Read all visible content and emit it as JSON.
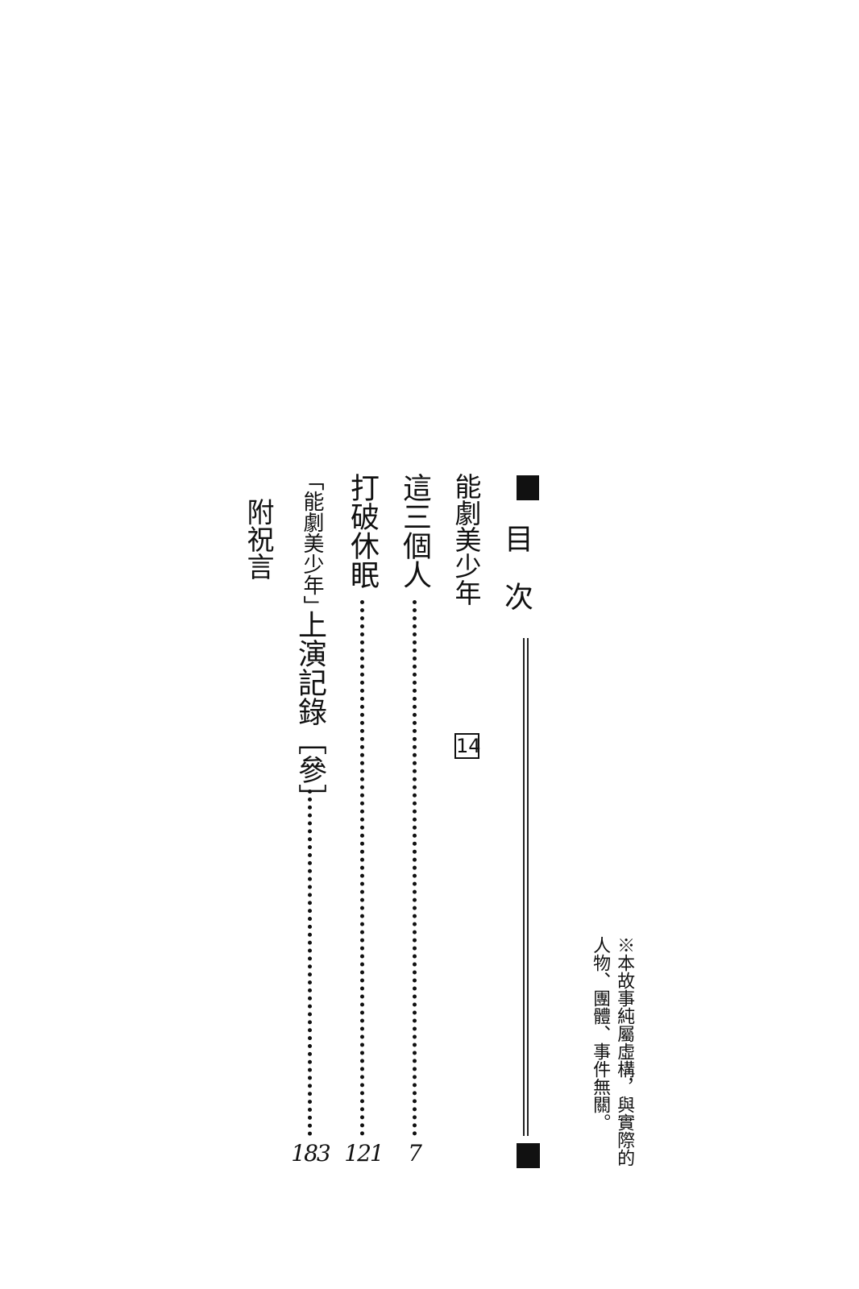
{
  "header": {
    "title": "目　次",
    "volume_number": "14"
  },
  "entries": [
    {
      "title": "這三個人",
      "page": "7"
    },
    {
      "title": "打破休眠",
      "page": "121"
    },
    {
      "prefix": "「能劇美少年」",
      "title": "上演記錄［參］",
      "page": "183"
    },
    {
      "title": "附祝言",
      "page": ""
    }
  ],
  "series_title": "能劇美少年",
  "disclaimer": {
    "line1": "※本故事純屬虛構，與實際的",
    "line2": "人物、團體、事件無關。"
  }
}
